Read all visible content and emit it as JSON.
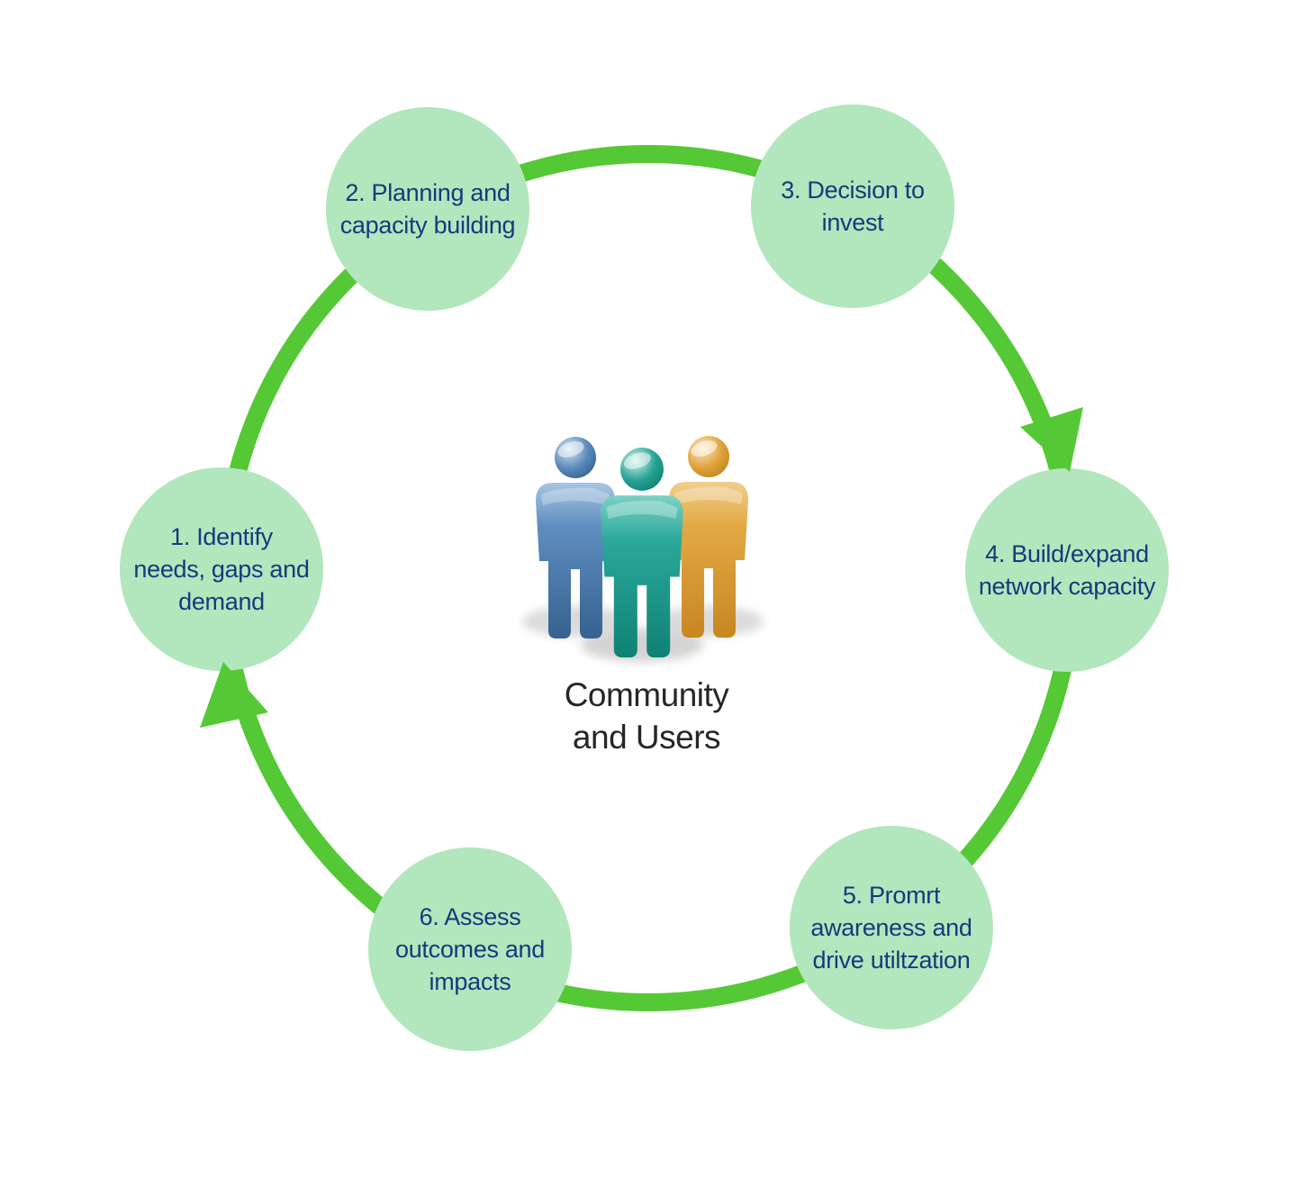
{
  "diagram": {
    "type": "circular-cycle",
    "direction": "clockwise",
    "center": {
      "label": "Community\nand Users",
      "icon": "people-group-icon"
    },
    "nodes": [
      {
        "id": 1,
        "label": "1. Identify\nneeds, gaps and\ndemand"
      },
      {
        "id": 2,
        "label": "2. Planning and\ncapacity building"
      },
      {
        "id": 3,
        "label": "3. Decision to\ninvest"
      },
      {
        "id": 4,
        "label": "4. Build/expand\nnetwork capacity"
      },
      {
        "id": 5,
        "label": "5. Promrt\nawareness and\ndrive utiltzation"
      },
      {
        "id": 6,
        "label": "6. Assess\noutcomes and\nimpacts"
      }
    ],
    "arrows": [
      {
        "from": 3,
        "to": 4
      },
      {
        "from": 6,
        "to": 1
      }
    ],
    "colors": {
      "ring_green": "#55c836",
      "node_fill": "#b2e6bd",
      "node_text": "#17397c",
      "center_text": "#262626",
      "person_blue": "#4e7fb0",
      "person_teal": "#1fa396",
      "person_orange": "#e0a33b",
      "background": "#ffffff"
    }
  }
}
